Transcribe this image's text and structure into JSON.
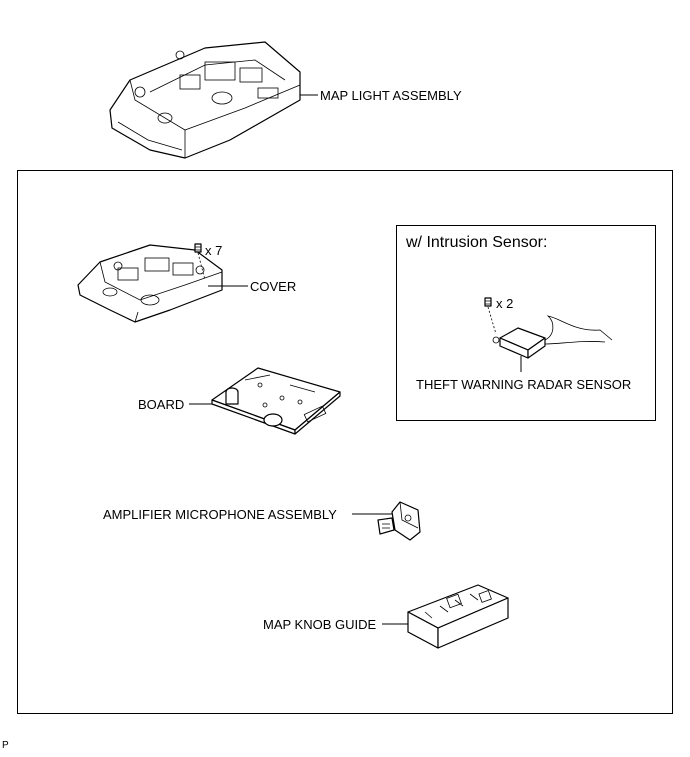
{
  "labels": {
    "map_light_assembly": "MAP LIGHT ASSEMBLY",
    "cover": "COVER",
    "cover_screw_count": "x 7",
    "board": "BOARD",
    "amplifier_microphone_assembly": "AMPLIFIER MICROPHONE ASSEMBLY",
    "map_knob_guide": "MAP KNOB GUIDE",
    "intrusion_sensor_header": "w/ Intrusion Sensor:",
    "sensor_screw_count": "x 2",
    "theft_warning_radar_sensor": "THEFT WARNING RADAR SENSOR"
  },
  "footer_code": "P"
}
